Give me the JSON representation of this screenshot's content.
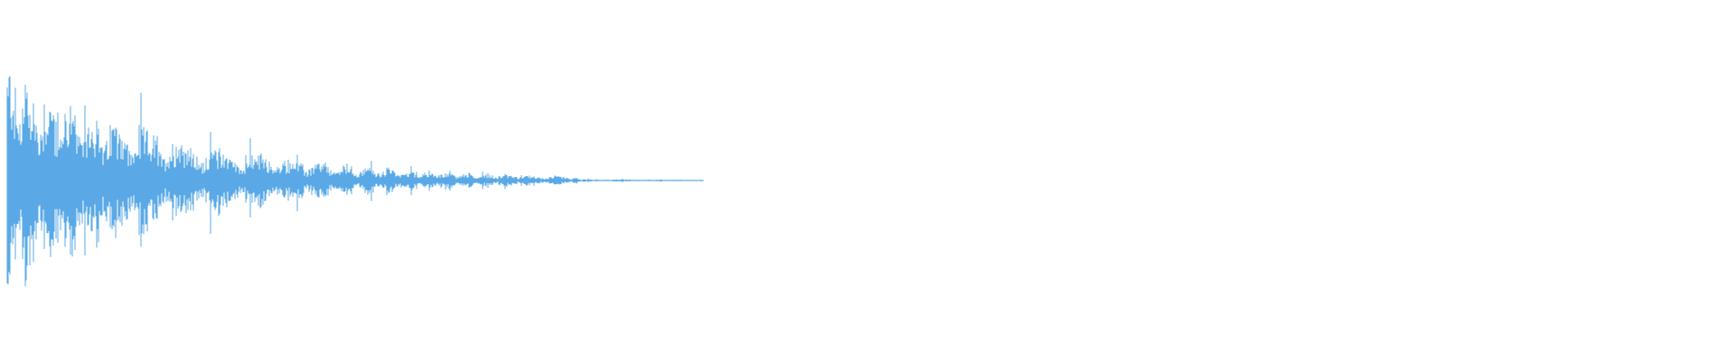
{
  "waveform": {
    "color": "#5aa9e6",
    "background": "#ffffff",
    "decay": {
      "peak_amplitude": 0.95,
      "sound_end_fraction": 0.405,
      "tail_amplitude": 0.01
    }
  }
}
